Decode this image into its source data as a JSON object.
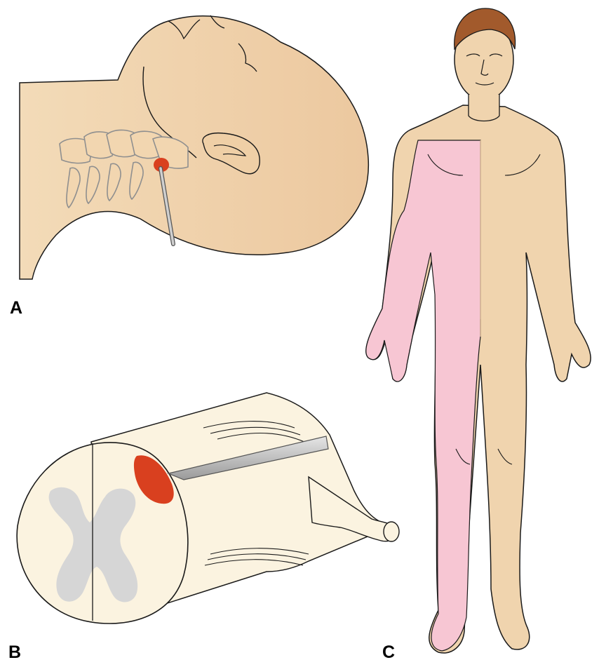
{
  "figure": {
    "panels": [
      {
        "label": "A",
        "content": "head-and-neck-with-cervical-spine-needle"
      },
      {
        "label": "B",
        "content": "spinal-cord-cross-section-with-lesion"
      },
      {
        "label": "C",
        "content": "human-figure-hemibody-shading"
      }
    ]
  },
  "colors": {
    "skin": "#f0d4ae",
    "skin_shade": "#e8c39a",
    "spine_cream": "#fbf3e0",
    "grey_matter": "#d6d6d6",
    "lesion": "#d9401f",
    "affected_region": "#f7c6d3",
    "hair": "#a25a2c",
    "needle": "#bdbdbd",
    "outline": "#1a1a1a"
  },
  "icons": [
    "needle",
    "lesion-spot",
    "spinal-cord",
    "human-figure"
  ]
}
